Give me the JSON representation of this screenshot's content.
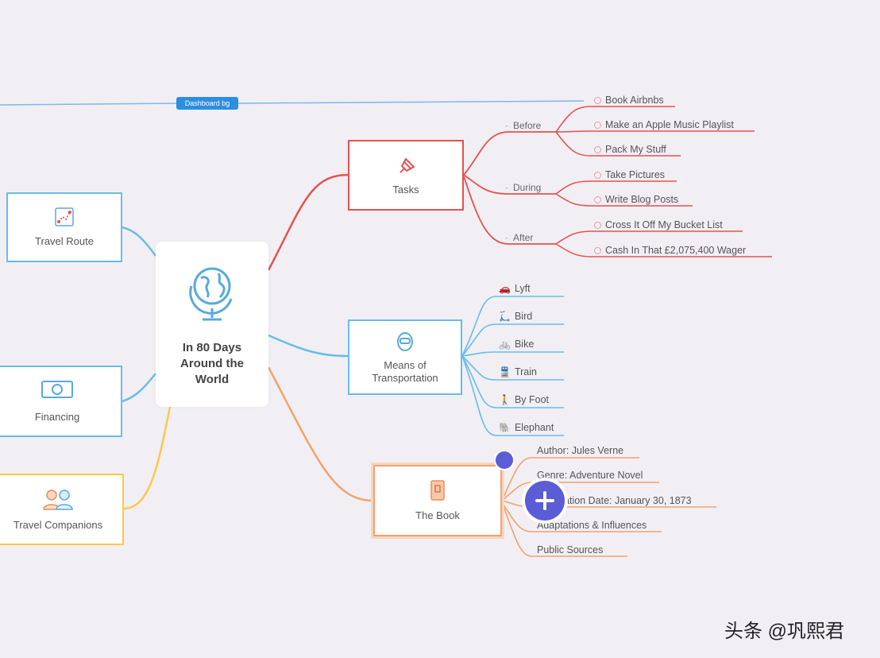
{
  "center": {
    "title_line1": "In 80 Days",
    "title_line2": "Around the",
    "title_line3": "World",
    "icon": "globe-icon"
  },
  "top_badge": {
    "label": "Dashboard bg"
  },
  "tasks": {
    "label": "Tasks",
    "icon": "pin-icon",
    "groups": [
      {
        "label": "Before",
        "items": [
          "Book Airbnbs",
          "Make an Apple Music Playlist",
          "Pack My Stuff"
        ]
      },
      {
        "label": "During",
        "items": [
          "Take Pictures",
          "Write Blog Posts"
        ]
      },
      {
        "label": "After",
        "items": [
          "Cross It Off My Bucket List",
          "Cash In That £2,075,400 Wager"
        ]
      }
    ]
  },
  "transport": {
    "label_line1": "Means of",
    "label_line2": "Transportation",
    "icon": "helmet-icon",
    "items": [
      {
        "label": "Lyft",
        "icon": "car-icon"
      },
      {
        "label": "Bird",
        "icon": "scooter-icon"
      },
      {
        "label": "Bike",
        "icon": "bike-icon"
      },
      {
        "label": "Train",
        "icon": "train-icon"
      },
      {
        "label": "By Foot",
        "icon": "walk-icon"
      },
      {
        "label": "Elephant",
        "icon": "elephant-icon"
      }
    ]
  },
  "book": {
    "label": "The Book",
    "icon": "book-icon",
    "items": [
      "Author: Jules Verne",
      "Genre: Adventure Novel",
      "Publication Date: January 30, 1873",
      "Adaptations & Influences",
      "Public Sources"
    ]
  },
  "travel_route": {
    "label": "Travel Route",
    "icon": "route-icon"
  },
  "financing": {
    "label": "Financing",
    "icon": "money-icon"
  },
  "companions": {
    "label": "Travel Companions",
    "icon": "people-icon"
  },
  "add_button": {
    "icon": "plus-icon"
  },
  "watermark": {
    "text": "头条 @巩熙君"
  },
  "colors": {
    "red": "#e85050",
    "blue": "#68bde6",
    "orange": "#f3a26a",
    "yellow": "#fbc849",
    "accent": "#5a5dd6",
    "badge": "#2d8ee0"
  }
}
